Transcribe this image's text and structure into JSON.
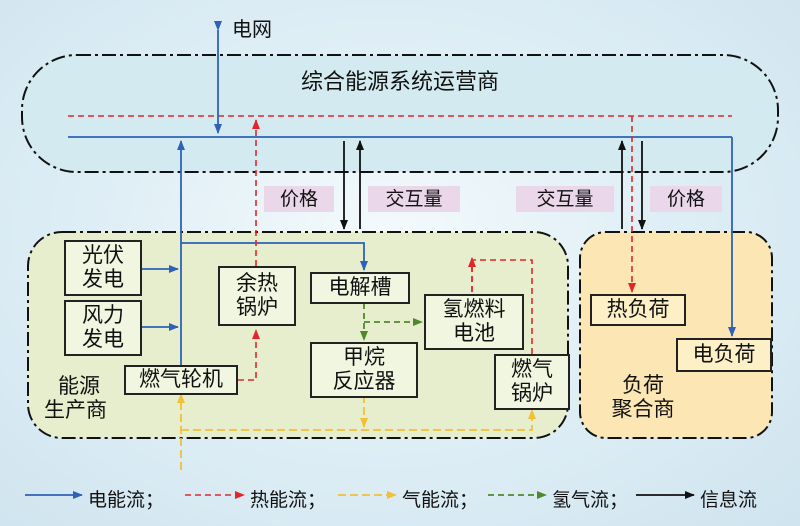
{
  "grid": "电网",
  "operator": "综合能源系统运营商",
  "price_left": "价格",
  "exchange_left": "交互量",
  "exchange_right": "交互量",
  "price_right": "价格",
  "producer": {
    "label_line1": "能源",
    "label_line2": "生产商"
  },
  "aggregator": {
    "label_line1": "负荷",
    "label_line2": "聚合商"
  },
  "pv": {
    "line1": "光伏",
    "line2": "发电"
  },
  "wind": {
    "line1": "风力",
    "line2": "发电"
  },
  "waste_boiler": {
    "line1": "余热",
    "line2": "锅炉"
  },
  "electrolyzer": "电解槽",
  "fuel_cell": {
    "line1": "氢燃料",
    "line2": "电池"
  },
  "methane_reactor": {
    "line1": "甲烷",
    "line2": "反应器"
  },
  "gas_turbine": "燃气轮机",
  "gas_boiler": {
    "line1": "燃气",
    "line2": "锅炉"
  },
  "heat_load": "热负荷",
  "elec_load": "电负荷",
  "legend": {
    "electric": "电能流；",
    "heat": "热能流；",
    "gas": "气能流；",
    "hydrogen": "氢气流；",
    "info": "信息流"
  },
  "colors": {
    "electric": "#2e62b8",
    "heat": "#e3262b",
    "gas": "#f2c037",
    "hydrogen": "#4e8a2c",
    "info": "#111111",
    "operator_fill": "#d3ebf0",
    "producer_fill": "#e6eecd",
    "aggregator_fill": "#fbe6b4"
  }
}
